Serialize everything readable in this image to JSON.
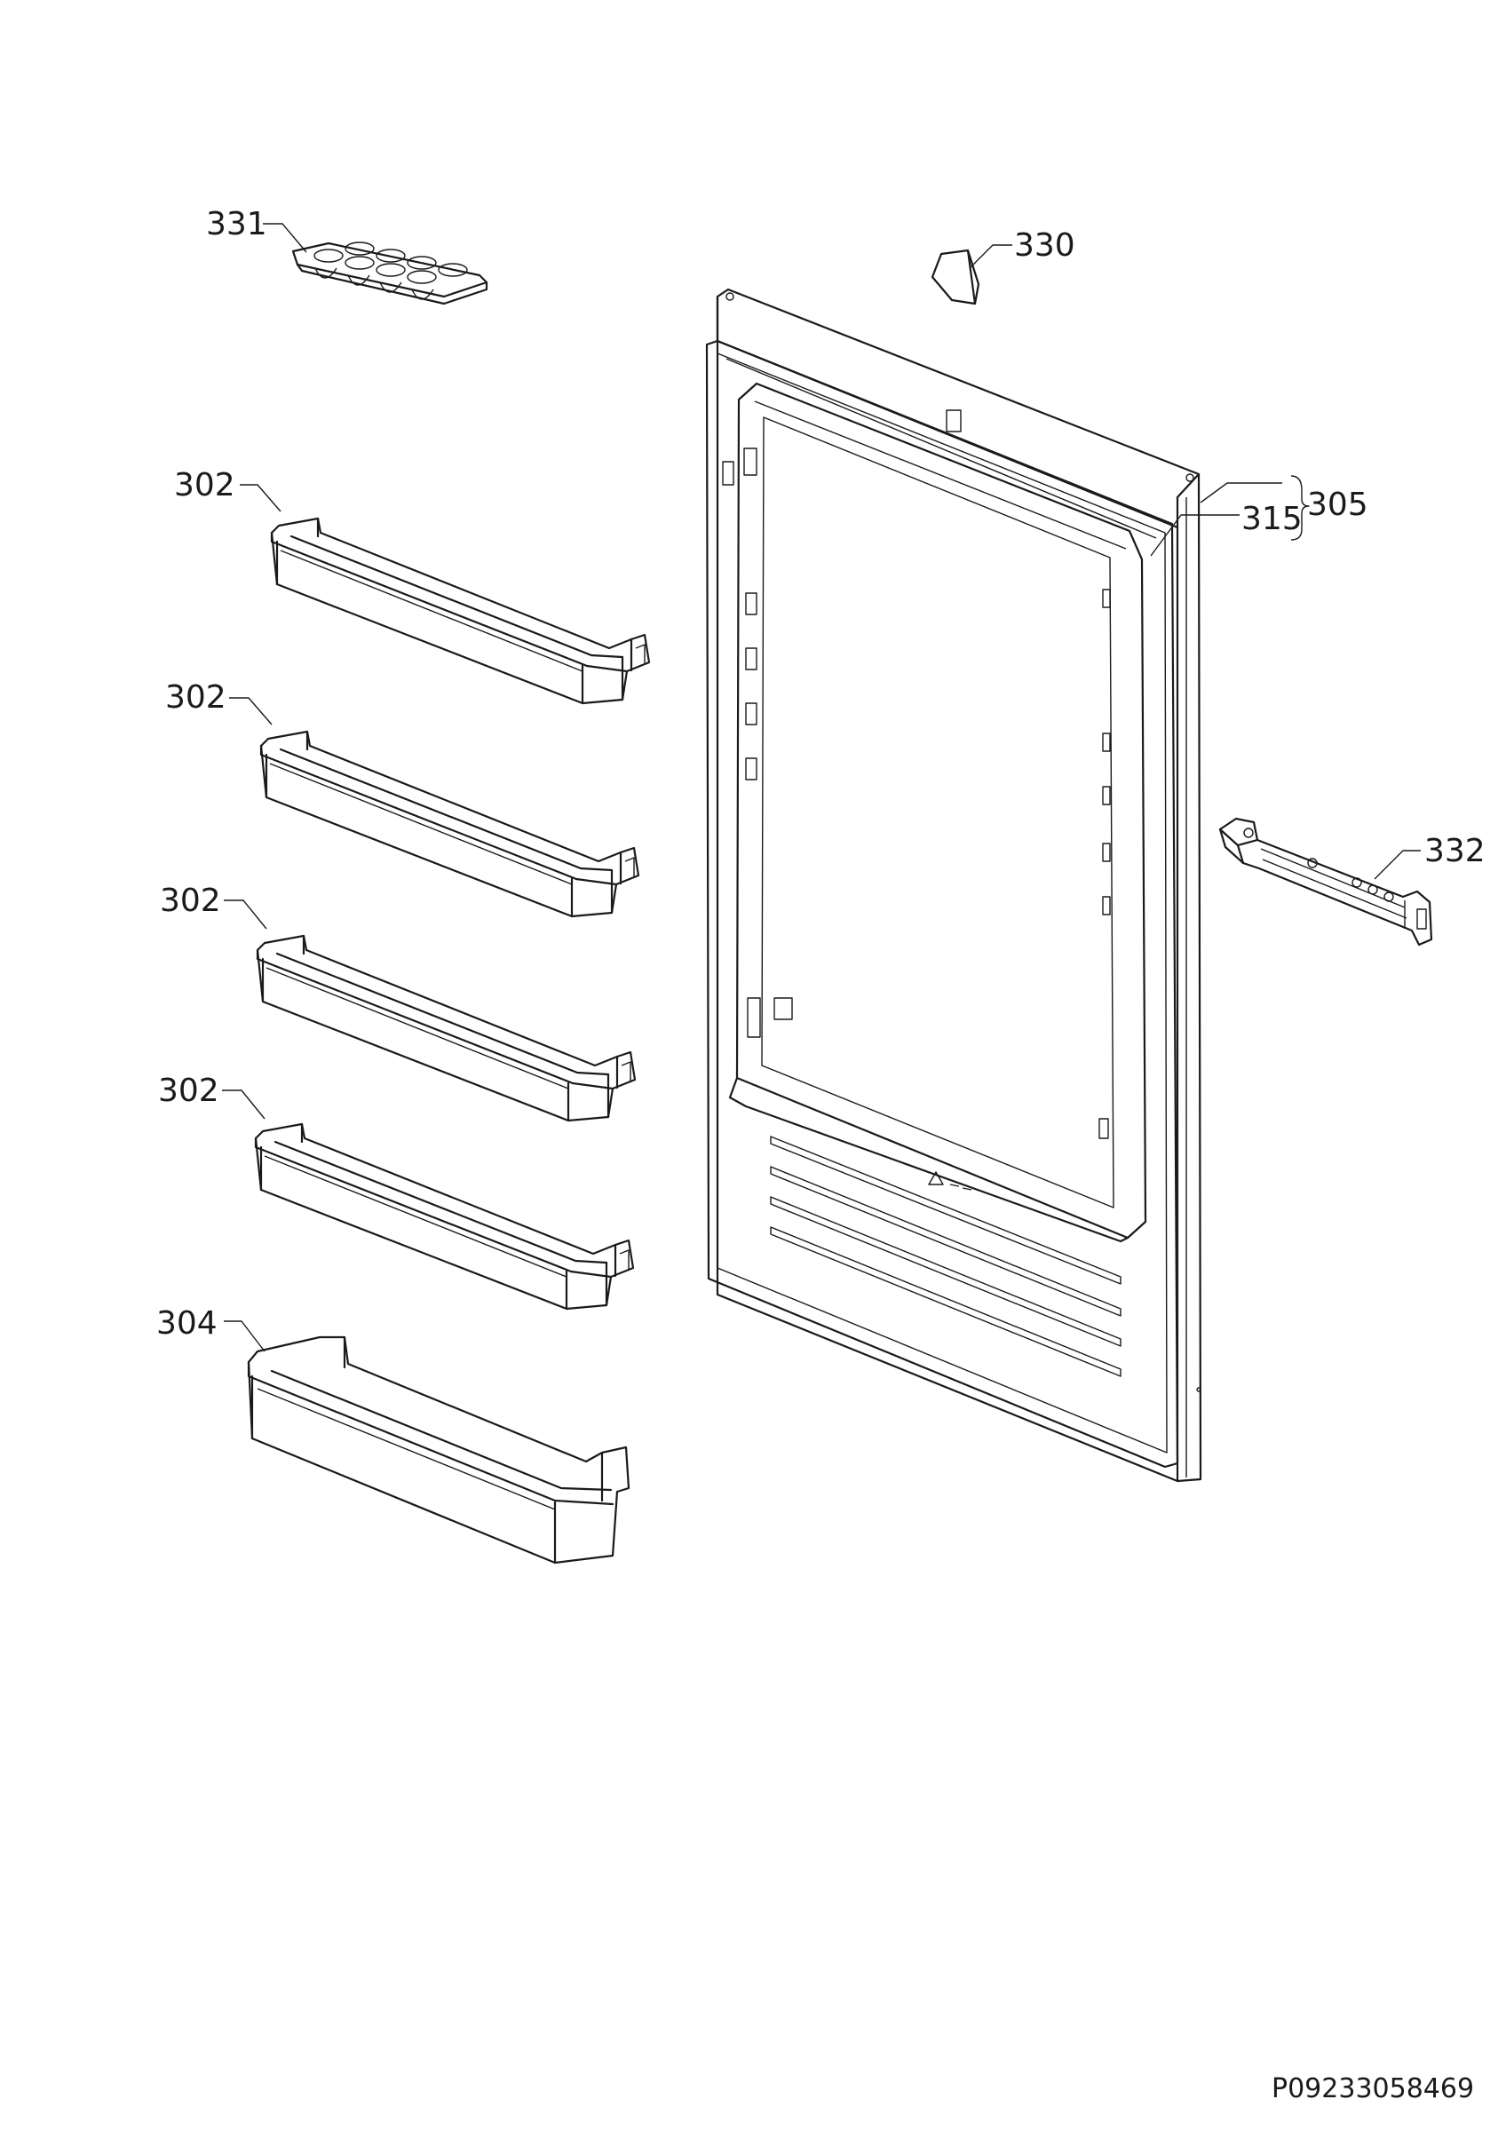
{
  "diagram": {
    "labels": {
      "egg_tray": "331",
      "handle_cap": "330",
      "shelf_1": "302",
      "shelf_2": "302",
      "shelf_3": "302",
      "shelf_4": "302",
      "bottle_shelf": "304",
      "door_assembly": "305",
      "door_gasket": "315",
      "hinge": "332"
    },
    "drawing_code": "P09233058469"
  }
}
